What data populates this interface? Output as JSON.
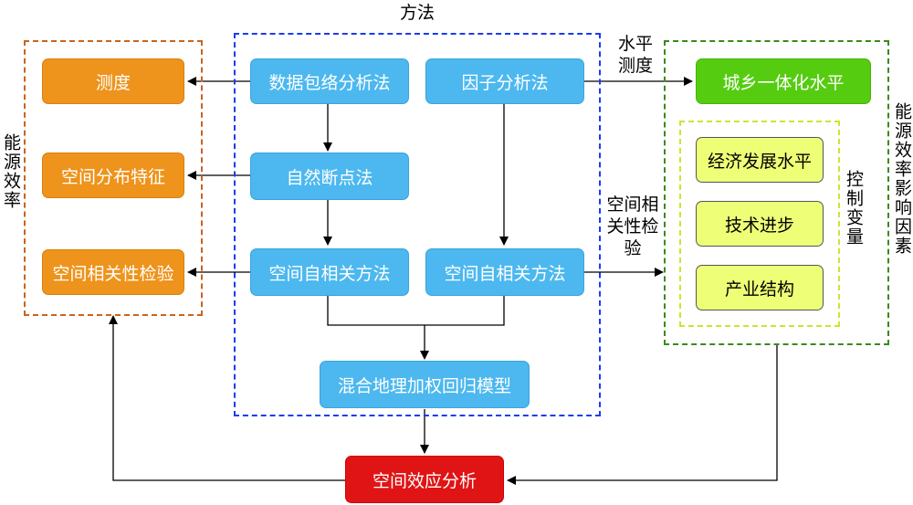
{
  "title": "方法",
  "groups": {
    "efficiency": "能源效率",
    "factors": "能源效率影响因素",
    "control": "控制变量"
  },
  "nodes": {
    "measure": "测度",
    "spatial_dist": "空间分布特征",
    "spatial_corr_test": "空间相关性检验",
    "dea": "数据包络分析法",
    "factor": "因子分析法",
    "jenks": "自然断点法",
    "autocorr_left": "空间自相关方法",
    "autocorr_right": "空间自相关方法",
    "mgwr": "混合地理加权回归模型",
    "urban_rural": "城乡一体化水平",
    "economic": "经济发展水平",
    "tech": "技术进步",
    "industry": "产业结构",
    "spatial_effect": "空间效应分析"
  },
  "edge_labels": {
    "level_measure": "水平测度",
    "spatial_corr": "空间相关性检验"
  },
  "colors": {
    "method_border": "#1a3cf0",
    "efficiency_border": "#c8641e",
    "factors_border": "#3a8a1e",
    "control_border": "#c8e632"
  }
}
